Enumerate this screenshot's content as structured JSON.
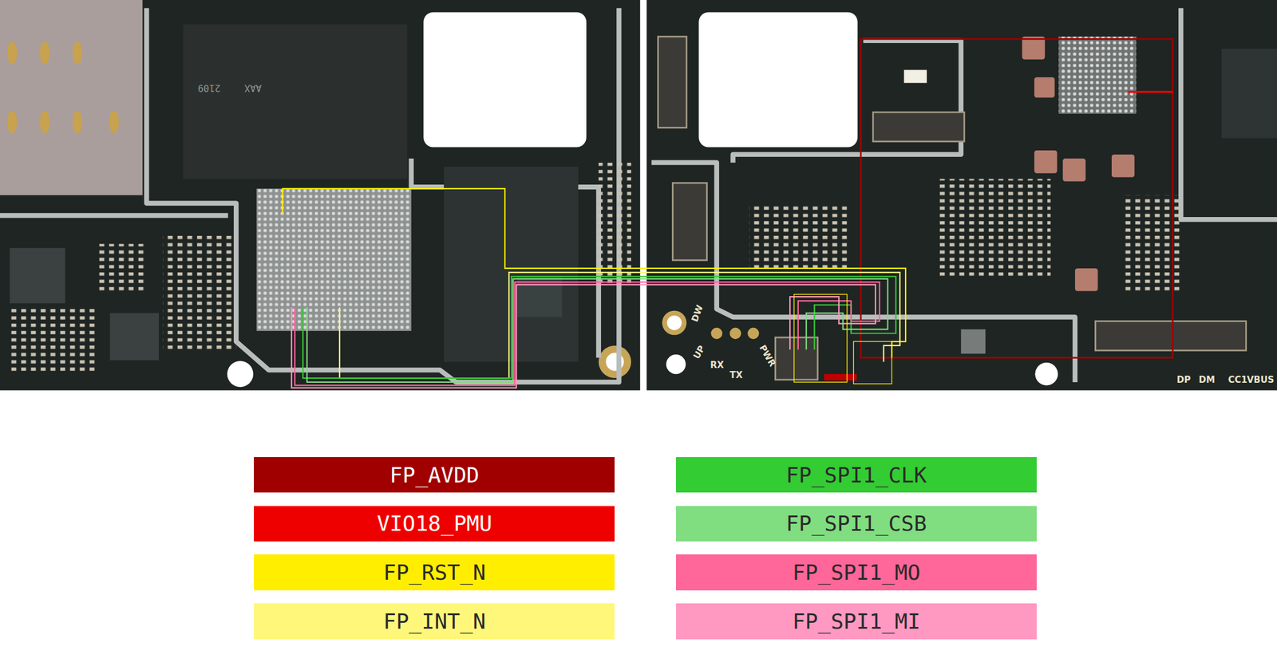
{
  "diagram": {
    "labels": [
      "2109",
      "AAX",
      "DW",
      "UP",
      "RX",
      "TX",
      "PWR",
      "DP",
      "DM",
      "CC1",
      "VBUS"
    ],
    "legend": [
      {
        "text": "FP_AVDD",
        "color": "#a00000"
      },
      {
        "text": "FP_SPI1_CLK",
        "color": "#33cc33"
      },
      {
        "text": "VIO18_PMU",
        "color": "#ee0000"
      },
      {
        "text": "FP_SPI1_CSB",
        "color": "#80dd80"
      },
      {
        "text": "FP_RST_N",
        "color": "#ffee00"
      },
      {
        "text": "FP_SPI1_MO",
        "color": "#ff6699"
      },
      {
        "text": "FP_INT_N",
        "color": "#fff77a"
      },
      {
        "text": "FP_SPI1_MI",
        "color": "#ff99c2"
      }
    ]
  }
}
